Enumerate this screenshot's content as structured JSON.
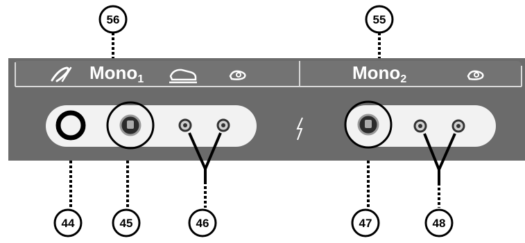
{
  "panel": {
    "colors": {
      "panel_bg": "#6a6a6a",
      "panel_dark": "#555555",
      "pill_bg": "#f2f2f2",
      "connector_ring": "#000000",
      "label_text": "#ffffff"
    },
    "sections": [
      {
        "id": "mono1",
        "title": "Mono",
        "subscript": "1",
        "icons": [
          "electrode-pencil-icon",
          "foot-switch-icon",
          "hand-switch-icon"
        ]
      },
      {
        "id": "mono2",
        "title": "Mono",
        "subscript": "2",
        "icons": [
          "hand-switch-icon"
        ]
      }
    ],
    "center_symbol": "lightning-bolt-icon"
  },
  "callouts": {
    "top": [
      "56",
      "55"
    ],
    "bottom": [
      "44",
      "45",
      "46",
      "47",
      "48"
    ]
  }
}
